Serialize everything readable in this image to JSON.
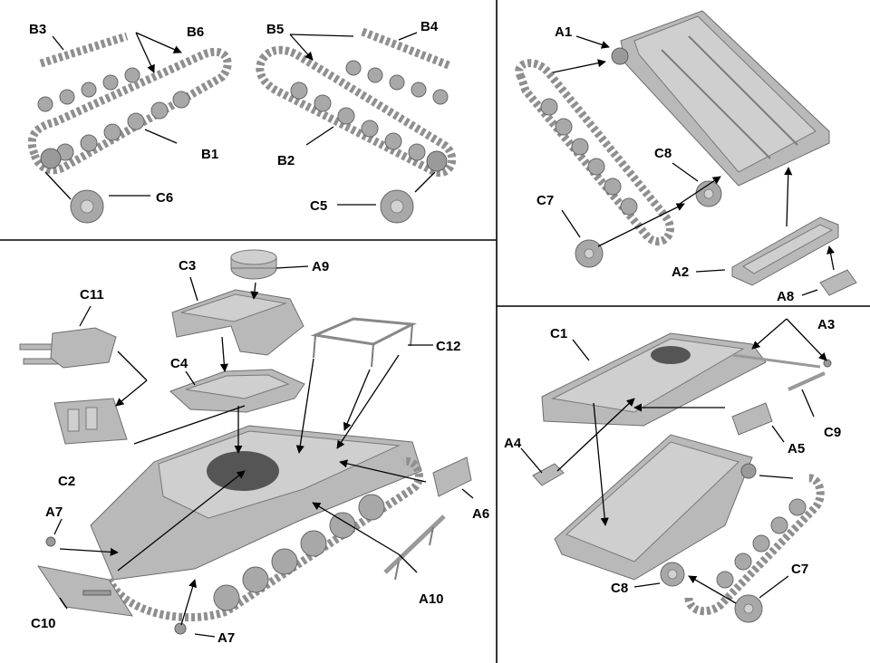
{
  "panel_top_left": {
    "labels": [
      "B3",
      "B6",
      "B1",
      "C6",
      "B5",
      "B4",
      "B2",
      "C5"
    ]
  },
  "panel_top_right": {
    "labels": [
      "A1",
      "C8",
      "C7",
      "A2",
      "A8"
    ]
  },
  "panel_main": {
    "labels": [
      "A9",
      "C3",
      "C11",
      "C12",
      "C4",
      "C2",
      "A6",
      "A7",
      "A10",
      "C10",
      "A7"
    ]
  },
  "panel_bottom_right": {
    "labels": [
      "A3",
      "C1",
      "C9",
      "A4",
      "A5",
      "C8",
      "C7"
    ]
  },
  "colors": {
    "background": "#ffffff",
    "part_grey": "#b9b9b9",
    "divider": "#000000"
  }
}
